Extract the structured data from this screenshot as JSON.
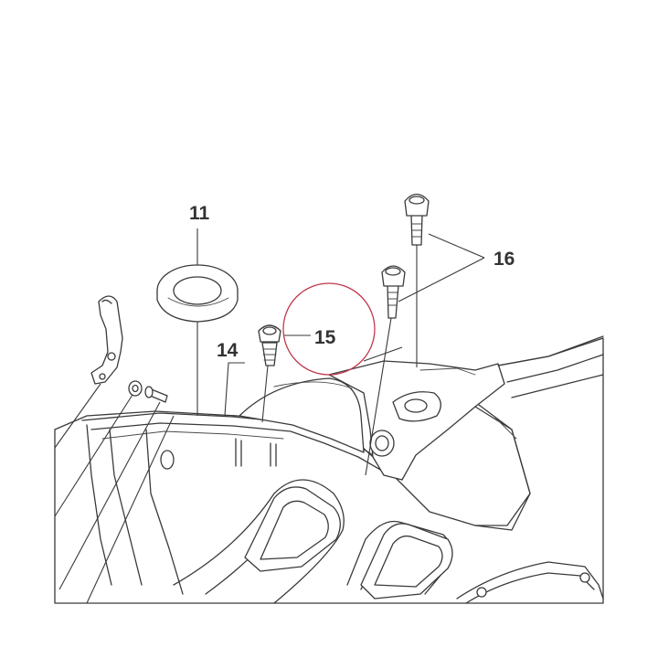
{
  "callouts": {
    "c11": "11",
    "c14": "14",
    "c15": "15",
    "c16": "16"
  },
  "colors": {
    "line": "#3a3a3a",
    "label": "#333333",
    "highlight_circle": "#c0394b",
    "background": "#ffffff"
  }
}
